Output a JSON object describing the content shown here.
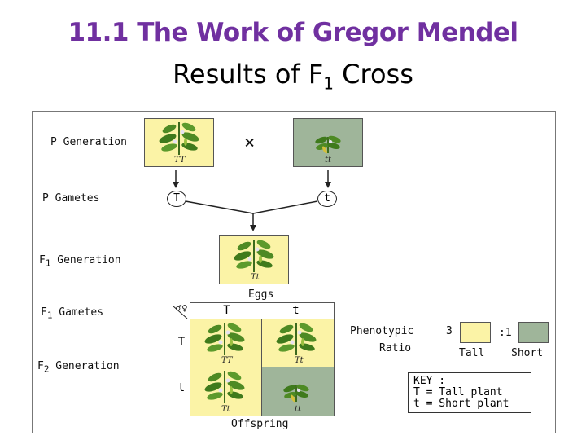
{
  "title": "11.1 The Work of Gregor Mendel",
  "subtitle_main": "Results of F",
  "subtitle_sub": "1",
  "subtitle_tail": " Cross",
  "labels": {
    "p_generation": "P Generation",
    "p_gametes": "P Gametes",
    "f1_prefix": "F",
    "f1_sub": "1",
    "f1_generation_word": "Generation",
    "f1_gametes_word": "Gametes",
    "f2_prefix": "F",
    "f2_sub": "2",
    "f2_generation_word": "Generation",
    "cross_symbol": "×",
    "eggs": "Eggs",
    "offspring": "Offspring",
    "sex_symbols": "♂♀"
  },
  "p_generation": {
    "tall_genotype": "TT",
    "short_genotype": "tt"
  },
  "p_gametes": {
    "left": "T",
    "right": "t"
  },
  "f1": {
    "genotype": "Tt"
  },
  "punnett": {
    "col_headers": [
      "T",
      "t"
    ],
    "row_headers": [
      "T",
      "t"
    ],
    "cells": [
      [
        "TT",
        "Tt"
      ],
      [
        "Tt",
        "tt"
      ]
    ]
  },
  "ratio": {
    "label_line1": "Phenotypic",
    "label_line2": "Ratio",
    "tall_value": "3",
    "short_value": ":1",
    "tall_label": "Tall",
    "short_label": "Short"
  },
  "key": {
    "title": "KEY :",
    "line1": "T = Tall plant",
    "line2": "t = Short plant"
  },
  "colors": {
    "title": "#7030a0",
    "tall": "#fbf3a6",
    "short": "#9fb59a"
  }
}
